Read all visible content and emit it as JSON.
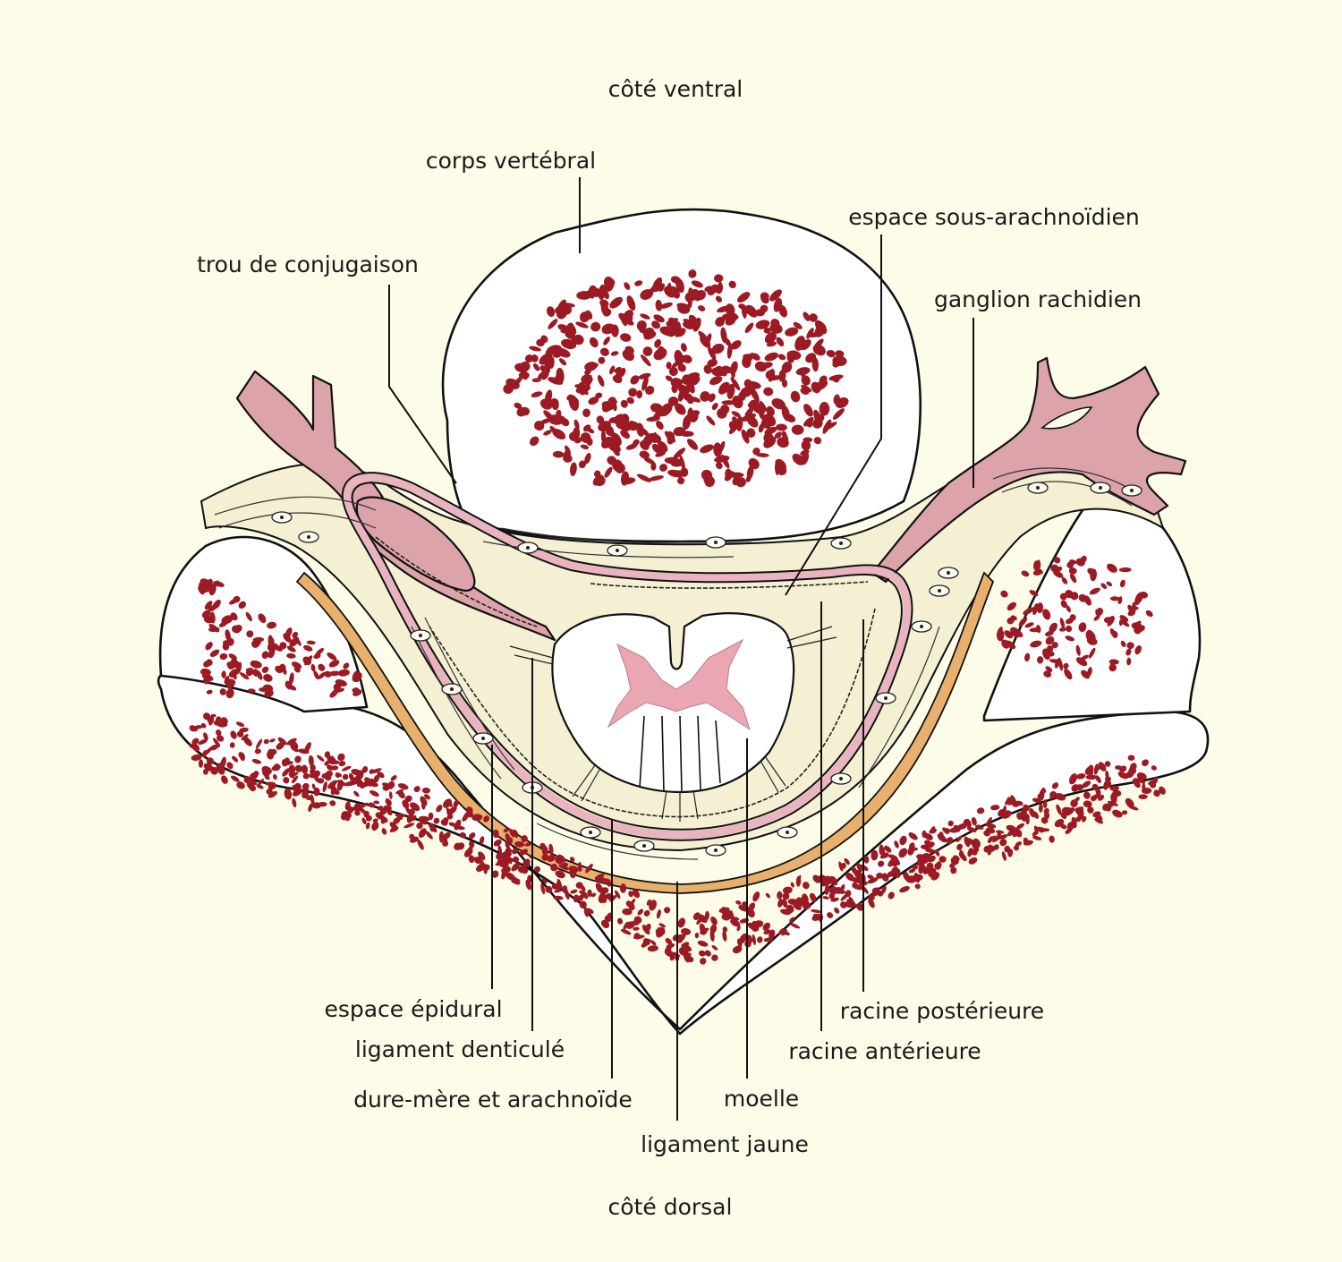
{
  "orientation": {
    "top": "côté ventral",
    "bottom": "côté dorsal"
  },
  "labels": {
    "corps_vertebral": "corps vertébral",
    "espace_sous_arachnoidien": "espace sous-arachnoïdien",
    "trou_de_conjugaison": "trou de conjugaison",
    "ganglion_rachidien": "ganglion rachidien",
    "espace_epidural": "espace épidural",
    "ligament_denticule": "ligament denticulé",
    "dure_mere_et_arachnoide": "dure-mère et arachnoïde",
    "ligament_jaune": "ligament jaune",
    "moelle": "moelle",
    "racine_anterieure": "racine antérieure",
    "racine_posterieure": "racine postérieure"
  },
  "colors": {
    "background": "#fdfce8",
    "bone_marrow": "#9b1a24",
    "nerve_pink": "#dca3aa",
    "dura_pink": "#e9b4bf",
    "ligament_jaune": "#e8b06c",
    "connective_tissue": "#f5f0d3",
    "grey_matter": "#eaa7b3",
    "bone_cortex": "#ffffff"
  }
}
